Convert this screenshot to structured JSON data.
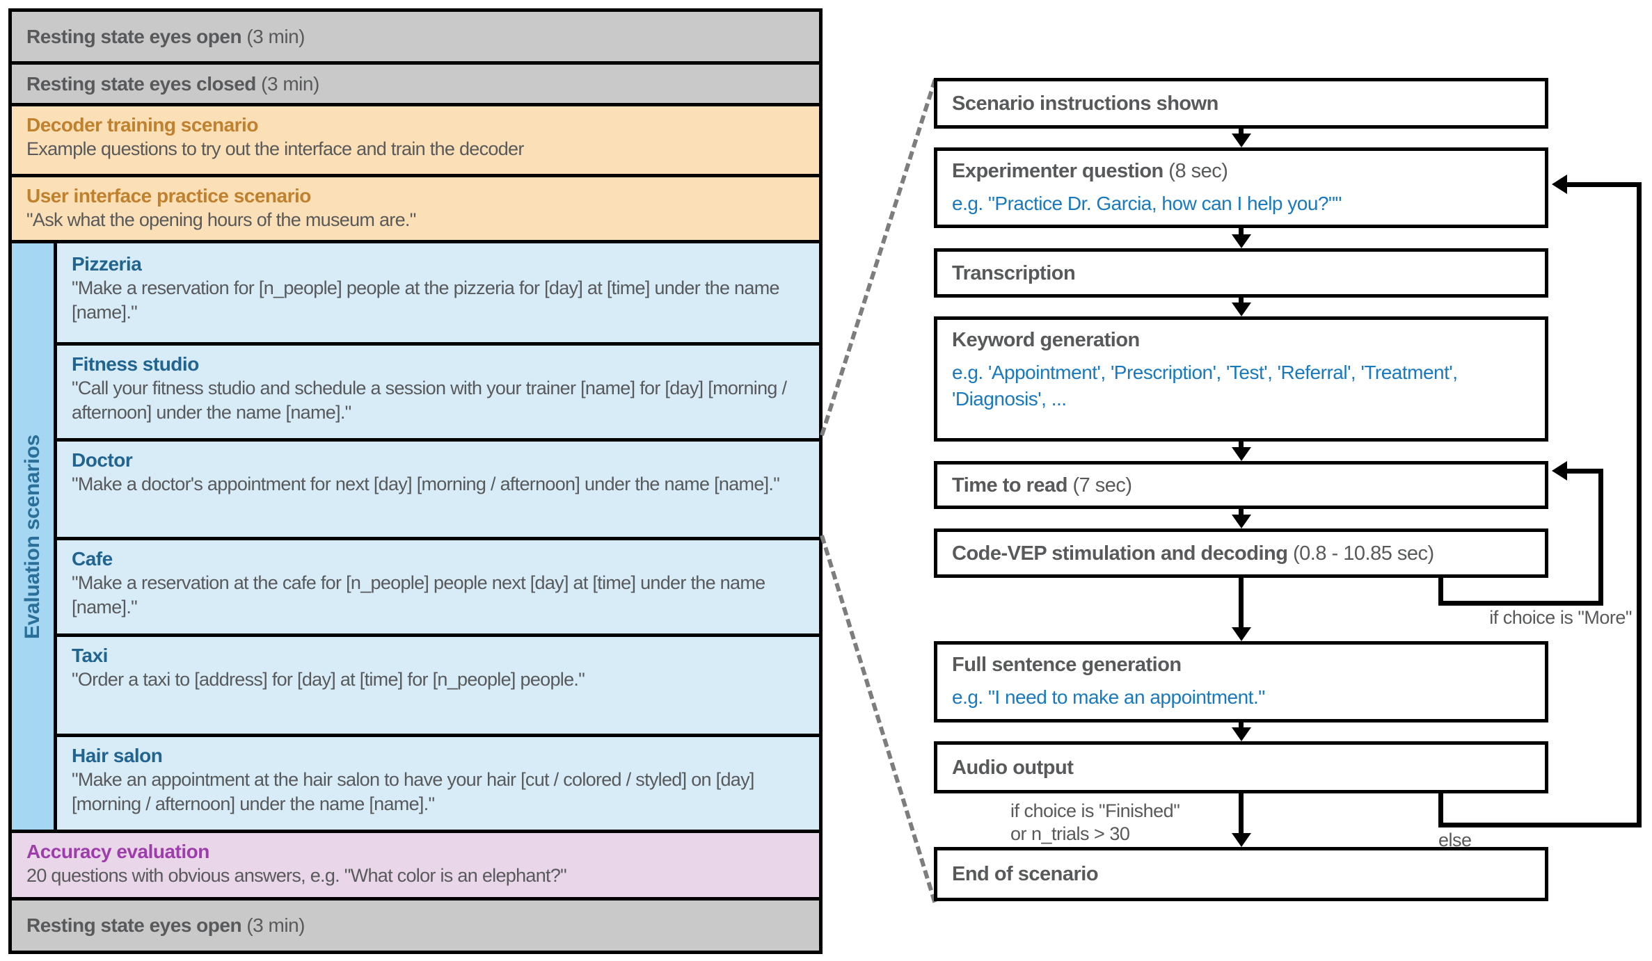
{
  "left_panel": {
    "resting_open_1": {
      "title": "Resting state eyes open",
      "suffix": " (3 min)"
    },
    "resting_closed": {
      "title": "Resting state eyes closed",
      "suffix": " (3 min)"
    },
    "decoder_training": {
      "title": "Decoder training scenario",
      "body": "Example questions to try out the interface and train the decoder"
    },
    "ui_practice": {
      "title": "User interface practice scenario",
      "body": "\"Ask what the opening hours of the museum are.\""
    },
    "evaluation_label": "Evaluation scenarios",
    "scenarios": [
      {
        "title": "Pizzeria",
        "body": "\"Make a reservation for [n_people] people at the pizzeria for [day] at [time] under the name [name].\""
      },
      {
        "title": "Fitness studio",
        "body": "\"Call your fitness studio and schedule a session with your trainer [name] for [day] [morning / afternoon] under the name [name].\""
      },
      {
        "title": "Doctor",
        "body": "\"Make a doctor's appointment for next [day] [morning / afternoon] under the name [name].\""
      },
      {
        "title": "Cafe",
        "body": "\"Make a reservation at the cafe for [n_people] people next [day] at [time] under the name [name].\""
      },
      {
        "title": "Taxi",
        "body": "\"Order a taxi to [address] for [day] at [time] for [n_people] people.\""
      },
      {
        "title": "Hair salon",
        "body": "\"Make an appointment at the hair salon to have your hair [cut / colored / styled] on [day] [morning / afternoon] under the name [name].\""
      }
    ],
    "accuracy": {
      "title": "Accuracy evaluation",
      "body": "20 questions with obvious answers, e.g. \"What color is an elephant?\""
    },
    "resting_open_2": {
      "title": "Resting state eyes open",
      "suffix": " (3 min)"
    }
  },
  "flowchart": {
    "scenario_instructions": {
      "title": "Scenario instructions shown"
    },
    "experimenter_question": {
      "title": "Experimenter question",
      "suffix": " (8 sec)",
      "example": "e.g. \"Practice Dr. Garcia, how can I help you?\"\""
    },
    "transcription": {
      "title": "Transcription"
    },
    "keyword_generation": {
      "title": "Keyword generation",
      "example": "e.g. 'Appointment', 'Prescription', 'Test', 'Referral', 'Treatment', 'Diagnosis', ..."
    },
    "time_to_read": {
      "title": "Time to read",
      "suffix": " (7 sec)"
    },
    "code_vep": {
      "title": "Code-VEP stimulation and decoding",
      "suffix": " (0.8 - 10.85 sec)"
    },
    "full_sentence": {
      "title": "Full sentence generation",
      "example": "e.g. \"I need to make an appointment.\""
    },
    "audio_output": {
      "title": "Audio output"
    },
    "end_of_scenario": {
      "title": "End of scenario"
    },
    "labels": {
      "more": "if choice is \"More\"",
      "finished_line1": "if choice is \"Finished\"",
      "finished_line2": "or n_trials > 30",
      "else_label": "else"
    }
  },
  "colors": {
    "gray_row": "#c9c9ca",
    "orange_row": "#fbdfb6",
    "blue_row": "#d8ecf8",
    "blue_strip": "#a6d7f2",
    "pink_row": "#e9d7e9",
    "heading_gray": "#58595b",
    "heading_orange": "#bf812e",
    "heading_blue": "#20648f",
    "strip_text_blue": "#2a6f99",
    "heading_purple": "#9d3dab",
    "example_blue": "#1879be",
    "border_black": "#000000",
    "dashed_gray": "#7d7d7d"
  }
}
